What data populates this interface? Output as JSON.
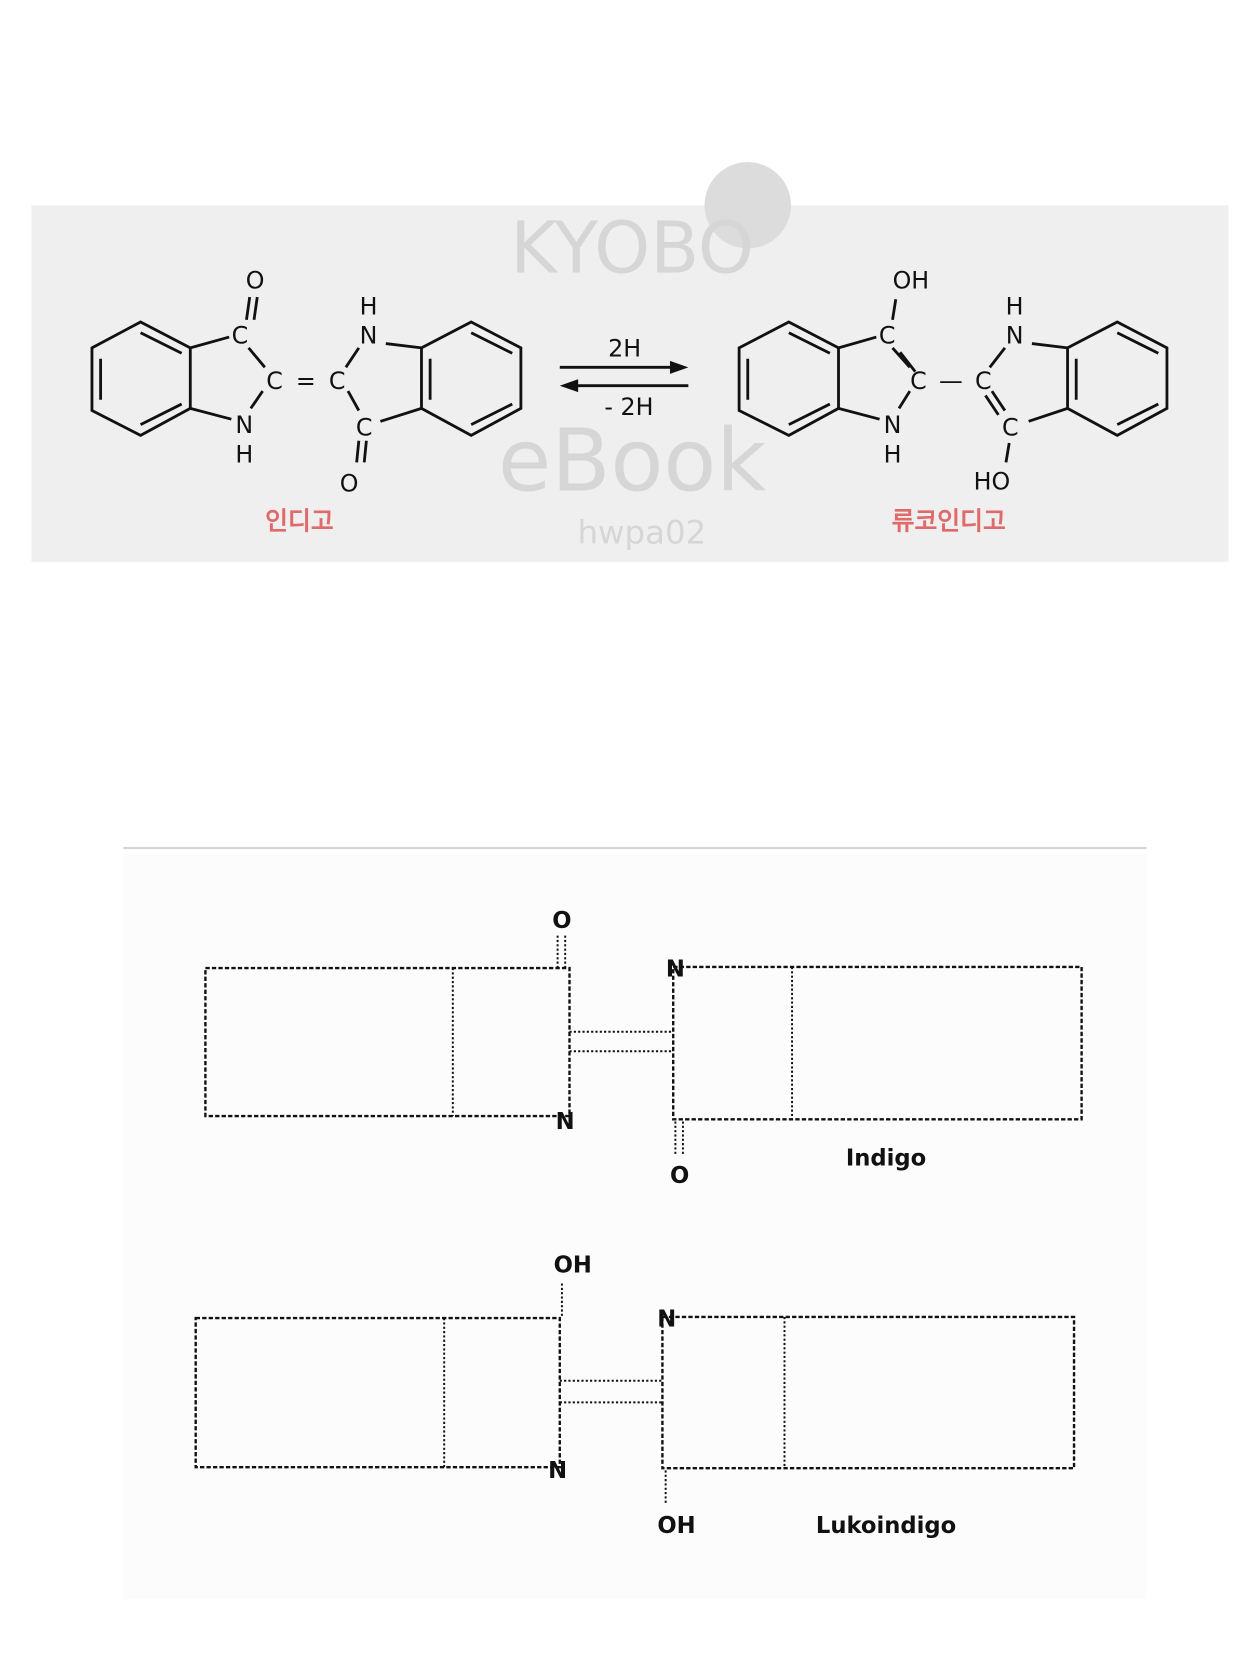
{
  "top_figure": {
    "reaction": {
      "forward": "2H",
      "reverse": "- 2H"
    },
    "indigo": {
      "label": "인디고",
      "atoms": {
        "o_top": "O",
        "c1": "C",
        "c2": "C",
        "eq": "=",
        "c3": "C",
        "n_left": "N",
        "h_left": "H",
        "n_right": "N",
        "h_right": "H",
        "c4": "C",
        "o_bottom": "O"
      }
    },
    "leuco": {
      "label": "류코인디고",
      "atoms": {
        "oh_top": "OH",
        "c1": "C",
        "c2": "C",
        "dash": "—",
        "c3": "C",
        "n_left": "N",
        "h_left": "H",
        "n_right": "N",
        "h_right": "H",
        "c4": "C",
        "ho_bottom": "HO"
      }
    },
    "watermark": {
      "line1": "KYOBO",
      "line2": "eBook",
      "line3": "hwpa02"
    },
    "label_color": "#e06a6a"
  },
  "bottom_figure": {
    "indigo": {
      "label": "Indigo",
      "o_top": "O",
      "o_bottom": "O",
      "n_left": "N",
      "n_right": "N"
    },
    "leuco": {
      "label": "Lukoindigo",
      "oh_top": "OH",
      "oh_bottom": "OH",
      "n_left": "N",
      "n_right": "N"
    }
  }
}
